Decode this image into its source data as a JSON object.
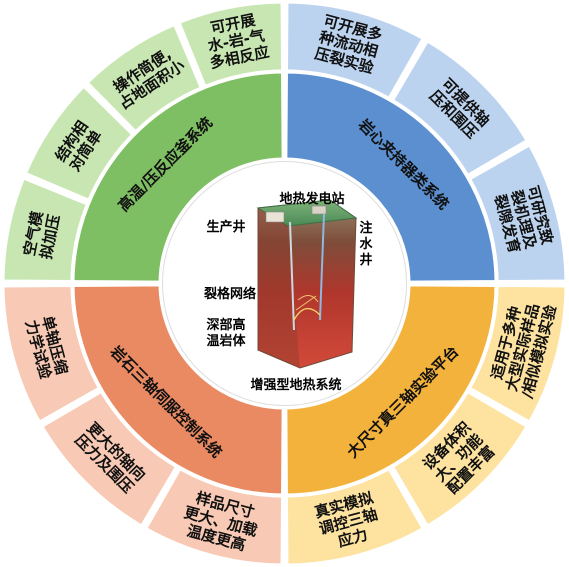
{
  "quadrants": [
    {
      "id": "green",
      "colors": {
        "light": "#c8e6b2",
        "dark": "#7fbf63",
        "inner": "#a9d88b"
      },
      "system_label": "高温/压反应釜系统",
      "features": [
        {
          "lines": [
            "空气模",
            "拟加压"
          ]
        },
        {
          "lines": [
            "结构相",
            "对简单"
          ]
        },
        {
          "lines": [
            "操作简便,",
            "占地面积小"
          ]
        },
        {
          "lines": [
            "可开展",
            "水-岩-气",
            "多相反应"
          ]
        }
      ]
    },
    {
      "id": "blue",
      "colors": {
        "light": "#bcd3ef",
        "dark": "#5b8fd0",
        "inner": "#94b8e6"
      },
      "system_label": "岩心夹持器类系统",
      "features": [
        {
          "lines": [
            "可开展多",
            "种流动相",
            "压裂实验"
          ]
        },
        {
          "lines": [
            "可提供轴",
            "压和围压"
          ]
        },
        {
          "lines": [
            "可研究致",
            "裂机理及",
            "裂隙发育"
          ]
        }
      ]
    },
    {
      "id": "yellow",
      "colors": {
        "light": "#fde2a0",
        "dark": "#f3b23c",
        "inner": "#f9cc6b"
      },
      "system_label": "大尺寸真三轴实验平台",
      "features": [
        {
          "lines": [
            "适用于多种",
            "大型实际样品",
            "/相似模拟实验"
          ]
        },
        {
          "lines": [
            "设备体积",
            "大、功能",
            "配置丰富"
          ]
        },
        {
          "lines": [
            "真实模拟",
            "调控三轴",
            "应力"
          ]
        }
      ]
    },
    {
      "id": "orange",
      "colors": {
        "light": "#f8c9b4",
        "dark": "#ea8a63",
        "inner": "#f2a888"
      },
      "system_label": "岩石三轴伺服控制系统",
      "features": [
        {
          "lines": [
            "样品尺寸",
            "更大、加载",
            "温度更高"
          ]
        },
        {
          "lines": [
            "更大的轴向",
            "压力及围压"
          ]
        },
        {
          "lines": [
            "单轴压缩",
            "力学试验"
          ]
        }
      ]
    }
  ],
  "center": {
    "title_top": "地热发电站",
    "label_production": "生产井",
    "label_injection": "注水井",
    "label_fracture": "裂格网络",
    "label_rock_lines": [
      "深部高",
      "温岩体"
    ],
    "title_bottom": "增强型地热系统"
  }
}
